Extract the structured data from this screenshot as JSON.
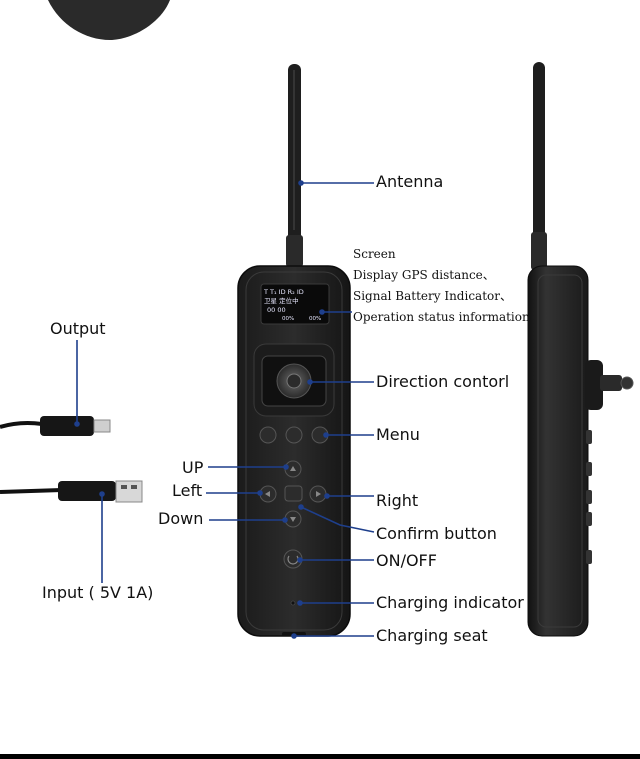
{
  "labels": {
    "antenna": "Antenna",
    "screen_title": "Screen",
    "screen_line1": "Display GPS distance、",
    "screen_line2": "Signal Battery Indicator、",
    "screen_line3": "Operation status information",
    "output": "Output",
    "direction": "Direction contorl",
    "menu": "Menu",
    "up": "UP",
    "left": "Left",
    "right": "Right",
    "down": "Down",
    "confirm": "Confirm button",
    "onoff": "ON/OFF",
    "input": "Input ( 5V 1A)",
    "charging_indicator": "Charging indicator",
    "charging_seat": "Charging seat"
  },
  "screen_display": {
    "row1": "T   T₁ ID  R₂ ID",
    "row2": "卫星   定位中",
    "row3": "00  00",
    "row4_left": "00%",
    "row4_right": "00%"
  },
  "colors": {
    "callout_line": "#1e3f8c",
    "device_body": "#222222",
    "background": "#ffffff"
  }
}
